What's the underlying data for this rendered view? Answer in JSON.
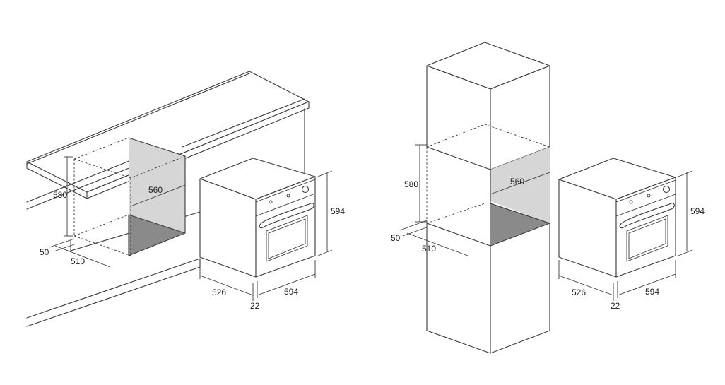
{
  "cabinet_installation": {
    "niche_height": "580",
    "niche_width": "560",
    "niche_gap": "50",
    "niche_depth": "510"
  },
  "cabinet_oven": {
    "height": "594",
    "depth": "526",
    "front_thickness": "22",
    "width": "594"
  },
  "column_installation": {
    "niche_height": "580",
    "niche_width": "560",
    "niche_gap": "50",
    "niche_depth": "510"
  },
  "column_oven": {
    "height": "594",
    "depth": "526",
    "front_thickness": "22",
    "width": "594"
  }
}
